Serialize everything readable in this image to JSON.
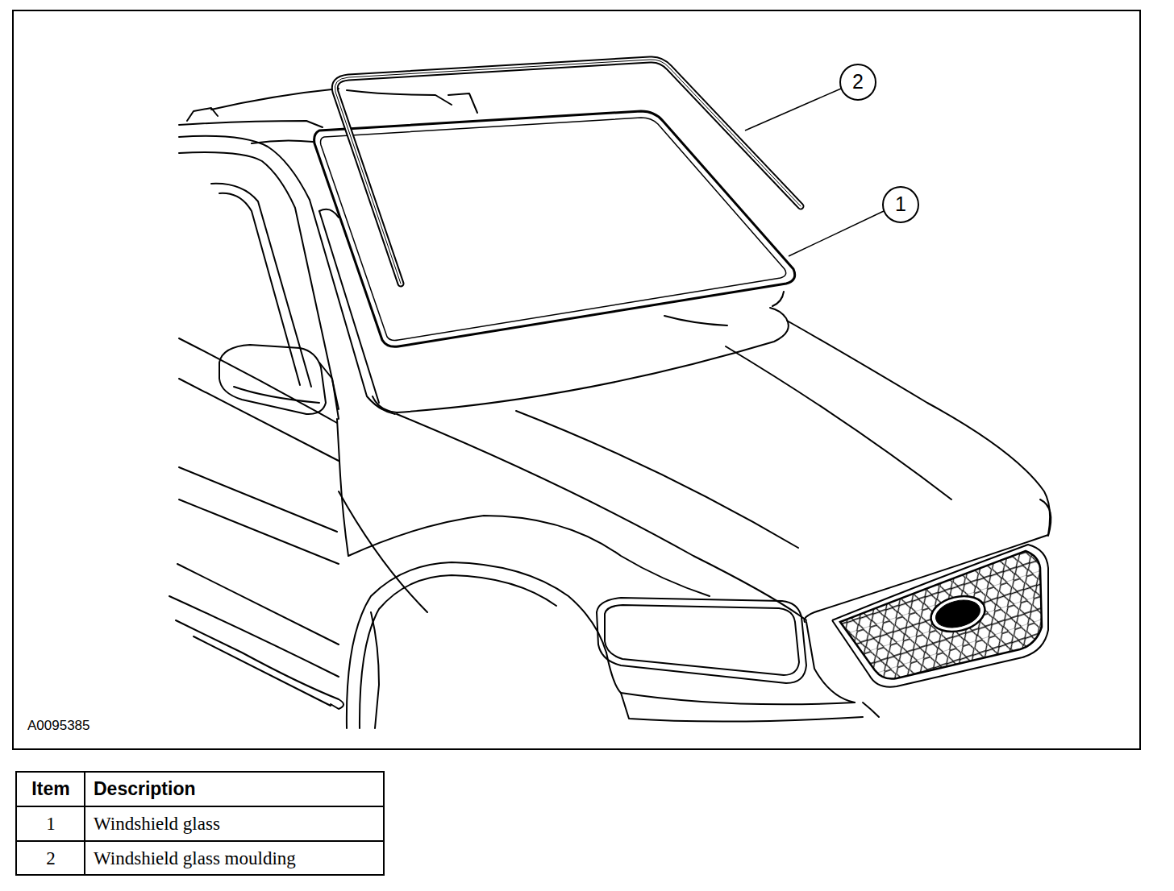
{
  "diagram": {
    "labels": [
      "2",
      "1",
      "A0095385",
      "Item",
      "Description",
      "1",
      "Windshield glass",
      "2",
      "Windshield glass moulding"
    ]
  }
}
